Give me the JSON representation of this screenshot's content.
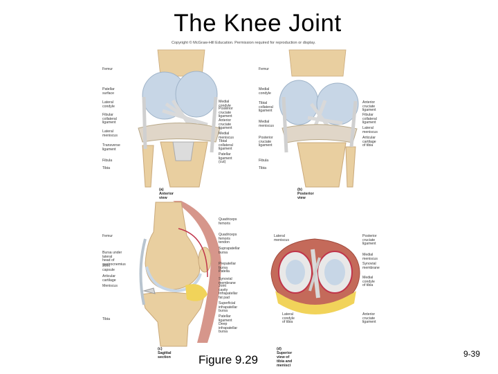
{
  "title": "The Knee Joint",
  "copyright": "Copyright © McGraw-Hill Education. Permission required for reproduction or display.",
  "footer": {
    "figure": "Figure 9.29",
    "page": "9-39"
  },
  "panel_a": {
    "caption": "(a) Anterior view",
    "labels": {
      "femur": "Femur",
      "patellar_surface": "Patellar surface",
      "lateral_condyle": "Lateral\ncondyle",
      "fibular_collateral": "Fibular\ncollateral\nligament",
      "lateral_meniscus": "Lateral\nmeniscus",
      "transverse_ligament": "Transverse\nligament",
      "fibula": "Fibula",
      "tibia": "Tibia",
      "medial_condyle": "Medial condyle",
      "posterior_cruciate": "Posterior cruciate\nligament",
      "anterior_cruciate": "Anterior cruciate\nligament",
      "medial_meniscus": "Medial meniscus",
      "tibial_collateral": "Tibial collateral\nligament",
      "patellar_ligament_cut": "Patellar ligament\n(cut)"
    }
  },
  "panel_b": {
    "caption": "(b) Posterior view",
    "labels": {
      "femur": "Femur",
      "medial_condyle": "Medial\ncondyle",
      "tibial_collateral": "Tibial\ncollateral\nligament",
      "medial_meniscus": "Medial\nmeniscus",
      "posterior_cruciate": "Posterior\ncruciate\nligament",
      "fibula": "Fibula",
      "tibia": "Tibia",
      "anterior_cruciate": "Anterior cruciate\nligament",
      "fibular_collateral": "Fibular collateral\nligament",
      "lateral_meniscus": "Lateral meniscus",
      "articular_cartilage": "Articular cartilage\nof tibia"
    }
  },
  "panel_c": {
    "caption": "(c) Sagittal section",
    "labels": {
      "femur": "Femur",
      "bursa_gastrocnemius": "Bursa under lateral\nhead of gastrocnemius",
      "joint_capsule": "Joint capsule",
      "articular_cartilage": "Articular cartilage",
      "meniscus": "Meniscus",
      "tibia": "Tibia",
      "quadriceps_femoris": "Quadriceps\nfemoris",
      "quadriceps_tendon": "Quadriceps\nfemoris tendon",
      "suprapatellar_bursa": "Suprapatellar\nbursa",
      "prepatellar_bursa": "Prepatellar bursa",
      "patella": "Patella",
      "synovial_membrane": "Synovial membrane",
      "joint_cavity": "Joint cavity",
      "infrapatellar_fat": "Infrapatellar fat pad",
      "superficial_infrapatellar": "Superficial\ninfrapatellar bursa",
      "patellar_ligament": "Patellar ligament",
      "deep_infrapatellar": "Deep\ninfrapatellar bursa"
    }
  },
  "panel_d": {
    "caption": "(d) Superior view of tibia and menisci",
    "labels": {
      "lateral_meniscus": "Lateral meniscus",
      "lateral_condyle": "Lateral condyle\nof tibia",
      "posterior_cruciate": "Posterior cruciate\nligament",
      "medial_meniscus": "Medial meniscus",
      "synovial_membrane": "Synovial\nmembrane",
      "medial_condyle": "Medial condyle\nof tibia",
      "anterior_cruciate": "Anterior cruciate\nligament"
    }
  },
  "colors": {
    "bone": "#e9cfa0",
    "cartilage": "#c7d6e6",
    "ligament": "#e4e4e4",
    "capsule": "#b8c4cf",
    "fat": "#f1d35a",
    "muscle": "#c46a5a",
    "synovial": "#c0344a"
  }
}
